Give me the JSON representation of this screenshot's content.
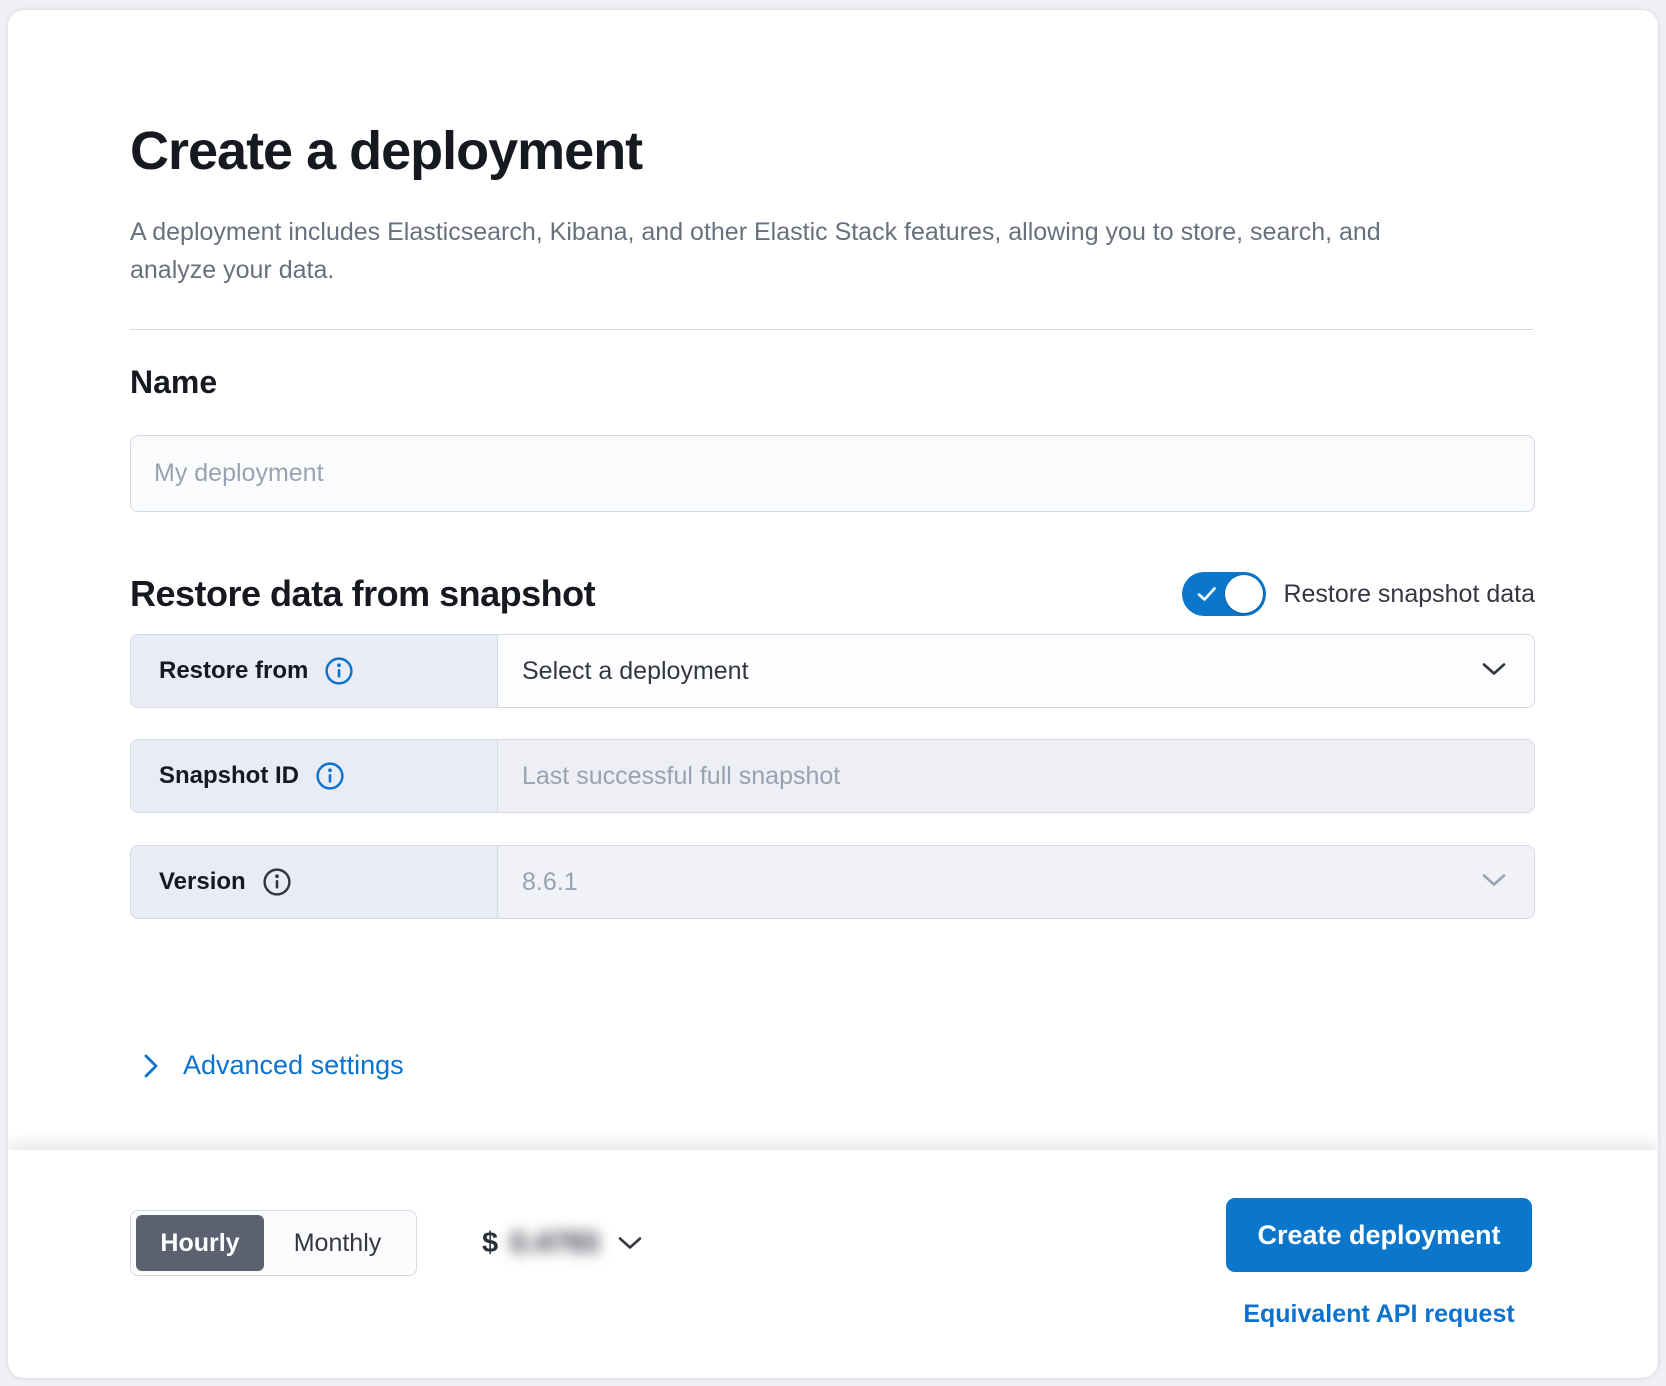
{
  "page": {
    "title": "Create a deployment",
    "subtitle": "A deployment includes Elasticsearch, Kibana, and other Elastic Stack features, allowing you to store, search, and analyze your data."
  },
  "name_section": {
    "heading": "Name",
    "input_value": "",
    "input_placeholder": "My deployment"
  },
  "snapshot_section": {
    "heading": "Restore data from snapshot",
    "toggle_label": "Restore snapshot data",
    "toggle_state": "on",
    "restore_from": {
      "label": "Restore from",
      "value": "Select a deployment"
    },
    "snapshot_id": {
      "label": "Snapshot ID",
      "value": "Last successful full snapshot"
    },
    "version": {
      "label": "Version",
      "value": "8.6.1"
    }
  },
  "advanced_settings": {
    "label": "Advanced settings"
  },
  "footer": {
    "billing_period": {
      "hourly": "Hourly",
      "monthly": "Monthly",
      "selected": "Hourly"
    },
    "price": {
      "currency": "$",
      "value": "0.4793",
      "blurred": true
    },
    "create_button": "Create deployment",
    "api_link": "Equivalent API request"
  },
  "icons": {
    "info": "circled-i",
    "chevron_down": "v",
    "chevron_right": ">",
    "checkmark": "check"
  },
  "colors": {
    "primary_blue": "#0b77cc",
    "link_blue": "#0b72ce",
    "segment_selected": "#5b616e",
    "label_bg": "#e9ecf4",
    "disabled_text": "#98a2b3",
    "text_dark": "#16191f",
    "text_subdued": "#69707d"
  }
}
